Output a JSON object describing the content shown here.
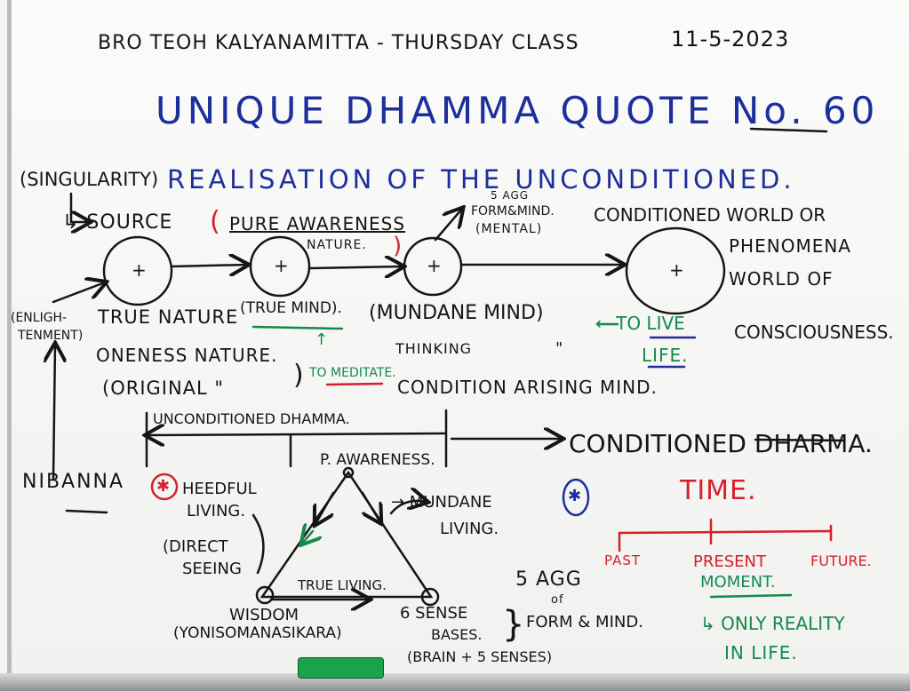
{
  "header": {
    "title": "BRO TEOH KALYANAMITTA - THURSDAY CLASS",
    "date": "11-5-2023"
  },
  "quote_title": "UNIQUE DHAMMA QUOTE No. 60",
  "heading": {
    "prefix": "(SINGULARITY)",
    "main": "REALISATION OF THE UNCONDITIONED."
  },
  "top_flow": {
    "source": "↳ SOURCE",
    "pure_awareness": "PURE AWARENESS",
    "pure_awareness_2": "NATURE.",
    "paren_open": "(",
    "paren_close": ")",
    "agg": "5 AGG",
    "form_mind": "FORM&MIND.",
    "mental": "(MENTAL)",
    "conditioned_world": "CONDITIONED WORLD OR",
    "phenomena": "PHENOMENA",
    "world_of": "WORLD OF",
    "consciousness": "CONSCIOUSNESS.",
    "circle_mark": "+"
  },
  "middle": {
    "enlightenment_1": "(ENLIGH-",
    "enlightenment_2": "TENMENT)",
    "true_nature": "TRUE NATURE",
    "true_mind": "(TRUE MIND).",
    "oneness": "ONENESS NATURE.",
    "original": "(ORIGINAL  \"",
    "close_brace": ")",
    "to_meditate": "TO MEDITATE.",
    "up_arrow": "↑",
    "mundane_mind": "(MUNDANE MIND)",
    "thinking": "THINKING",
    "ditto": "\"",
    "to_live": "← TO LIVE",
    "life": "LIFE.",
    "condition_arising": "CONDITION ARISING MIND."
  },
  "dhamma": {
    "unconditioned": "UNCONDITIONED DHAMMA.",
    "conditioned": "CONDITIONED DHARMA."
  },
  "lower": {
    "nibanna": "NIBANNA",
    "asterisk": "✱",
    "heedful": "HEEDFUL",
    "living": "LIVING.",
    "direct": "(DIRECT",
    "seeing": "SEEING",
    "p_awareness": "P. AWARENESS.",
    "true_living": "TRUE LIVING.",
    "mundane": "→ MUNDANE",
    "mundane_living": "LIVING.",
    "wisdom": "WISDOM",
    "yoniso": "(YONISOMANASIKARA)",
    "six_sense": "6 SENSE",
    "bases": "BASES.",
    "brain": "(BRAIN + 5 SENSES)",
    "brace": "}",
    "five_agg": "5 AGG",
    "of": "of",
    "form_mind": "FORM & MIND."
  },
  "time": {
    "title": "TIME.",
    "past": "PAST",
    "present": "PRESENT",
    "future": "FUTURE.",
    "moment": "MOMENT.",
    "only_reality": "↳ ONLY REALITY",
    "in_life": "IN LIFE."
  },
  "colors": {
    "black": "#151515",
    "blue": "#1d2f9c",
    "red": "#d5212a",
    "green": "#138a4c"
  }
}
